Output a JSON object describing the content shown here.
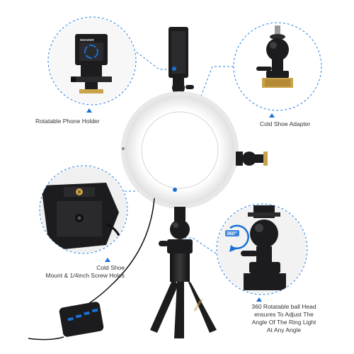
{
  "brand": "NEEWER",
  "callouts": {
    "phone_holder": "Rotatable Phone Holder",
    "cold_shoe_adapter": "Cold Shoe Adapter",
    "cold_shoe_mount_line1": "Cold Shoe",
    "cold_shoe_mount_line2": "Mount & 1/4inch Screw Holes",
    "ball_head_line1": "360 Rotatable ball Head",
    "ball_head_line2": "ensures To Adjust The",
    "ball_head_line3": "Angle Of The Ring Light",
    "ball_head_line4": "At Any Angle",
    "rotation_badge": "360°"
  },
  "colors": {
    "accent_blue": "#1a6fd6",
    "dash_blue": "#2a7de1",
    "product_black": "#1c1c1e",
    "ring_light": "#f4f4f4",
    "gold": "#c9a24a"
  },
  "icons": [
    "rotation-arrow-icon",
    "triangle-marker-icon"
  ]
}
